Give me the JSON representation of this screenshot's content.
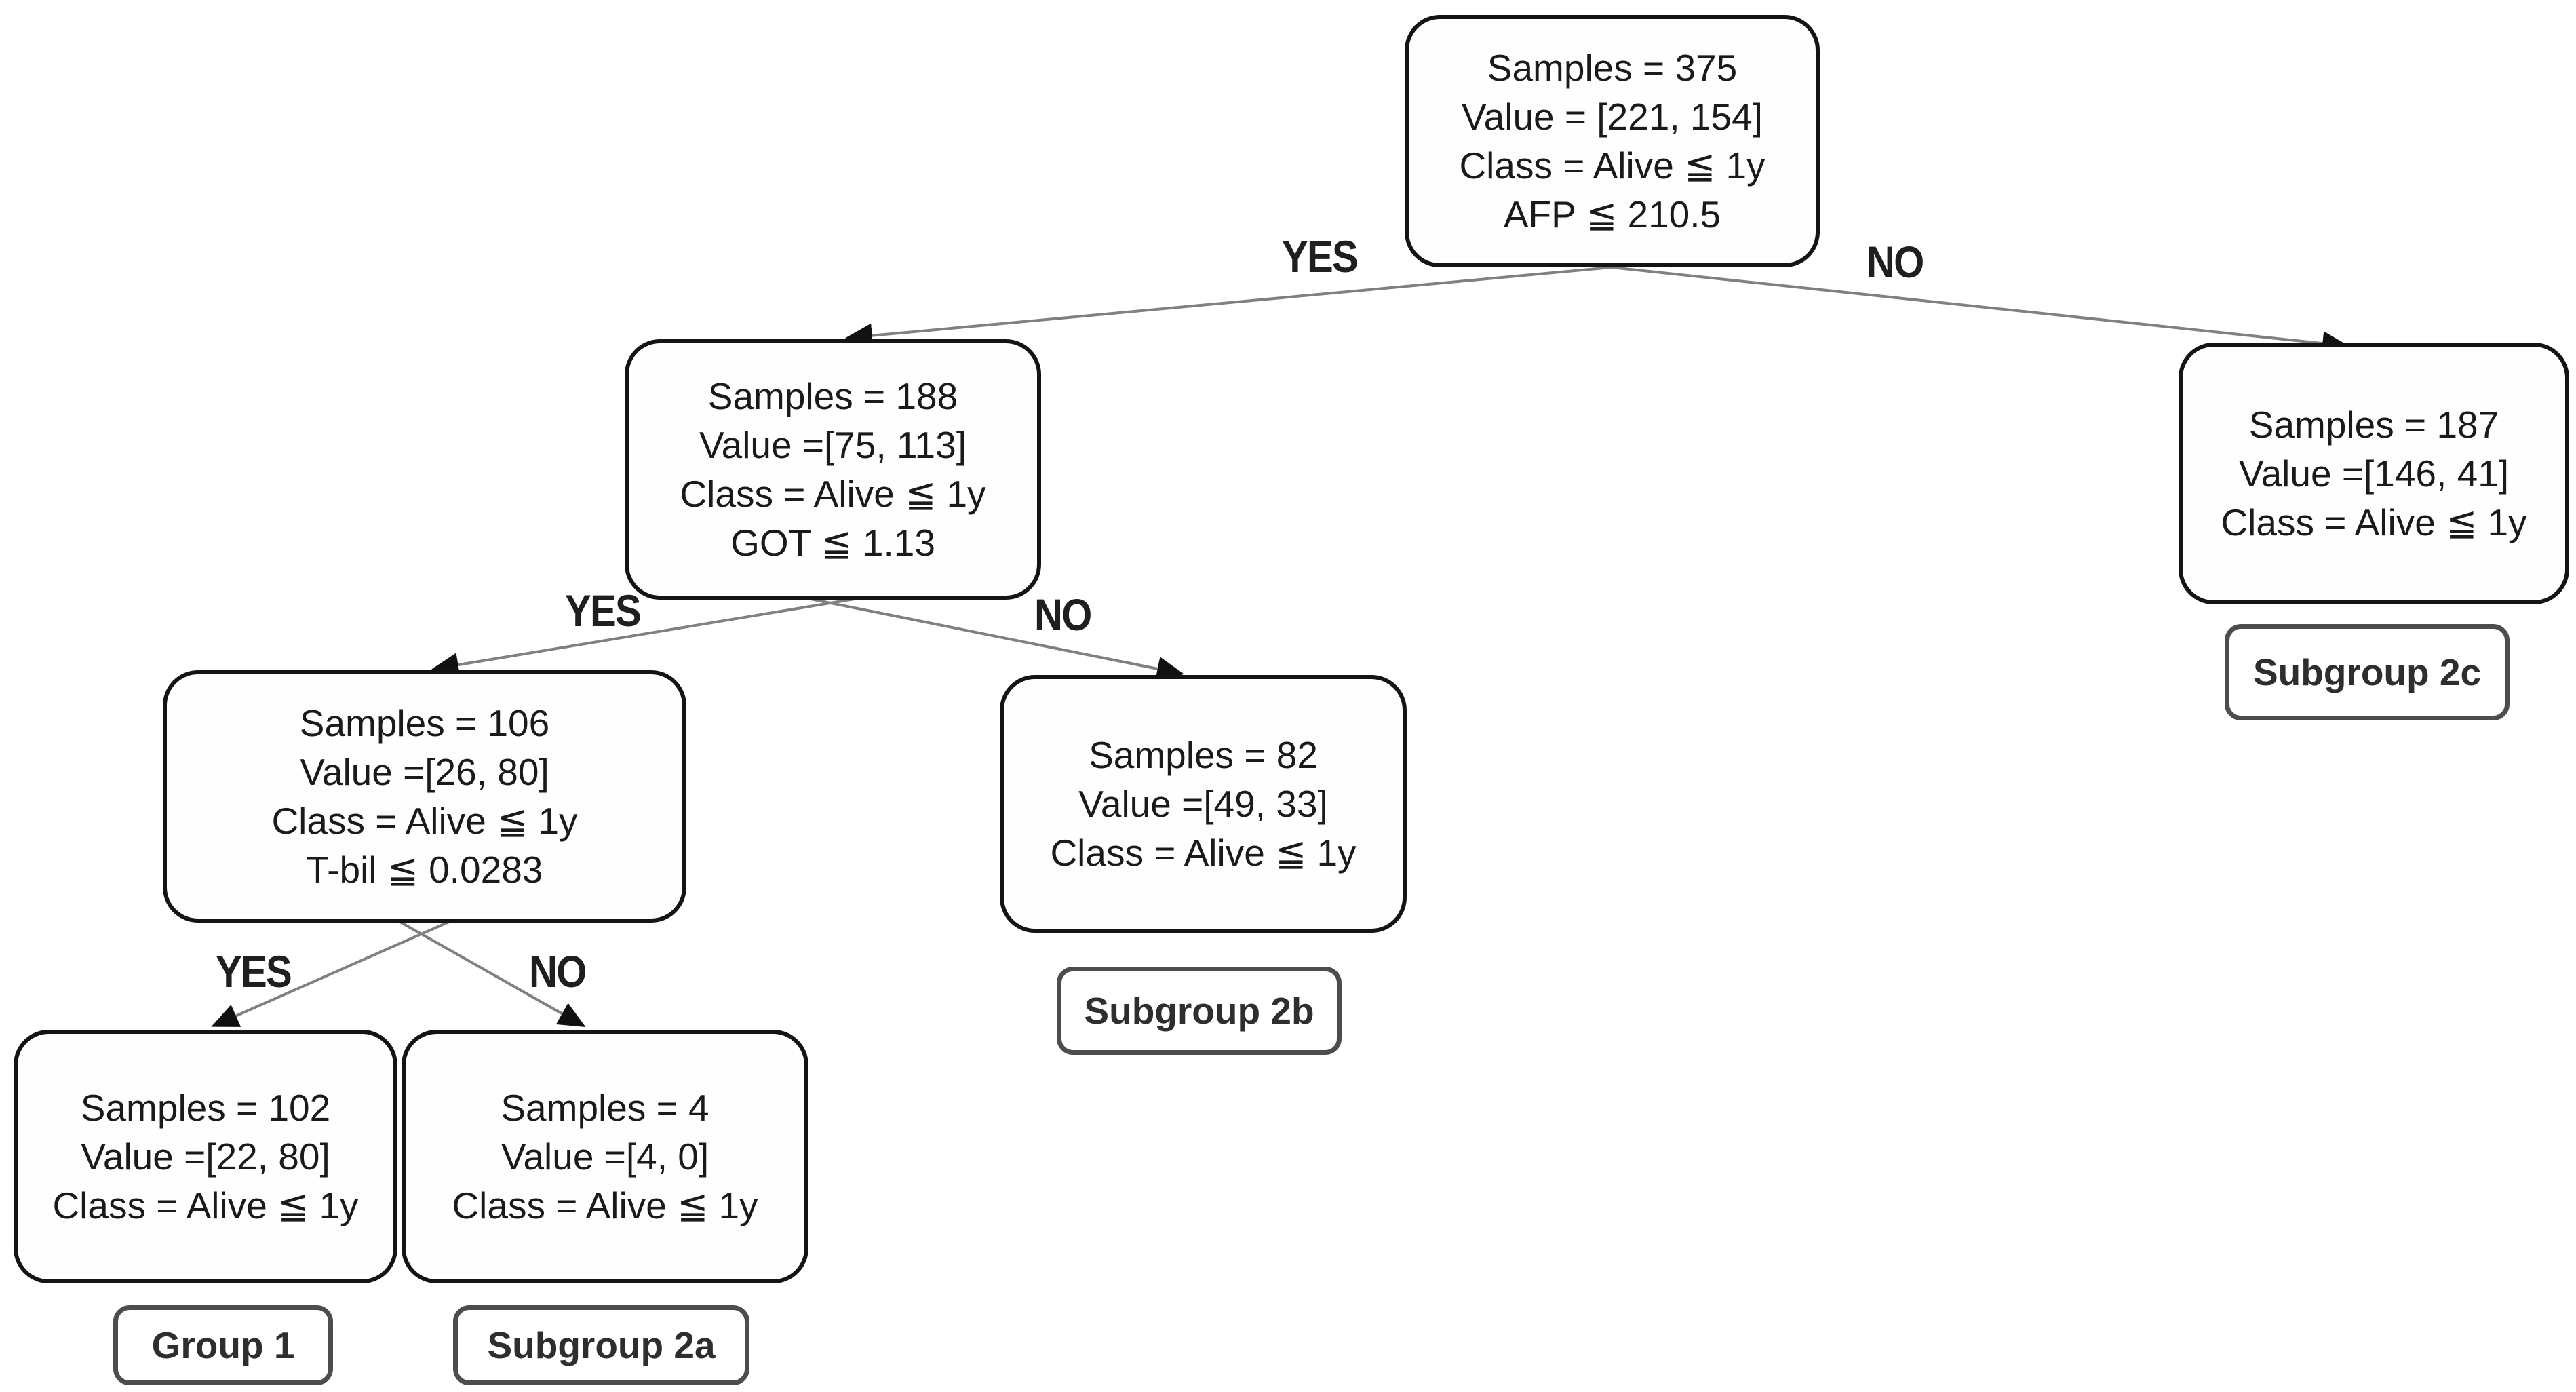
{
  "diagram": {
    "type": "decision-tree",
    "nodes": [
      {
        "id": "root",
        "lines": [
          "Samples = 375",
          "Value = [221, 154]",
          "Class = Alive ≦ 1y",
          "AFP ≦ 210.5"
        ]
      },
      {
        "id": "node-188",
        "lines": [
          "Samples = 188",
          "Value =[75, 113]",
          "Class = Alive ≦ 1y",
          "GOT ≦ 1.13"
        ]
      },
      {
        "id": "node-187",
        "lines": [
          "Samples = 187",
          "Value =[146, 41]",
          "Class = Alive ≦ 1y"
        ]
      },
      {
        "id": "node-106",
        "lines": [
          "Samples = 106",
          "Value =[26, 80]",
          "Class = Alive ≦ 1y",
          "T-bil ≦ 0.0283"
        ]
      },
      {
        "id": "node-82",
        "lines": [
          "Samples = 82",
          "Value =[49, 33]",
          "Class = Alive ≦ 1y"
        ]
      },
      {
        "id": "node-102",
        "lines": [
          "Samples = 102",
          "Value =[22, 80]",
          "Class = Alive ≦ 1y"
        ]
      },
      {
        "id": "node-4",
        "lines": [
          "Samples = 4",
          "Value =[4, 0]",
          "Class = Alive ≦ 1y"
        ]
      }
    ],
    "edge_labels": {
      "root_yes": "YES",
      "root_no": "NO",
      "n188_yes": "YES",
      "n188_no": "NO",
      "n106_yes": "YES",
      "n106_no": "NO"
    },
    "group_labels": {
      "group1": "Group 1",
      "subgroup2a": "Subgroup 2a",
      "subgroup2b": "Subgroup 2b",
      "subgroup2c": "Subgroup 2c"
    },
    "colors": {
      "node_border": "#141414",
      "label_border": "#4d4d4d",
      "edge_line": "#808080",
      "arrow": "#111111",
      "text": "#1a1a1a",
      "background": "#ffffff"
    }
  }
}
